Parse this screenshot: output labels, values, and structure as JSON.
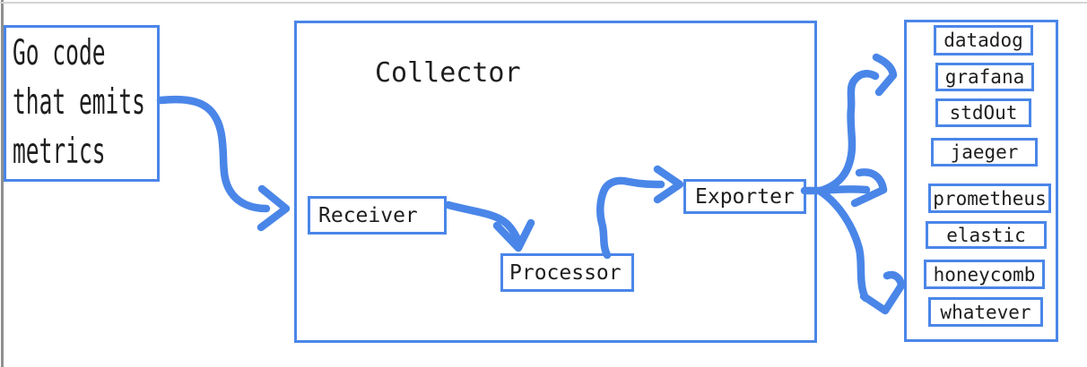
{
  "diagram": {
    "source_box": {
      "lines": [
        "Go code",
        "that emits",
        "metrics"
      ]
    },
    "collector": {
      "title": "Collector",
      "receiver_label": "Receiver",
      "processor_label": "Processor",
      "exporter_label": "Exporter"
    },
    "destinations": {
      "items": [
        "datadog",
        "grafana",
        "stdOut",
        "jaeger",
        "prometheus",
        "elastic",
        "honeycomb",
        "whatever"
      ]
    },
    "colors": {
      "accent_blue": "#4a86e8",
      "text_black": "#1e1e1e",
      "canvas_edge_gray": "#8f8f8f",
      "canvas_edge_light_gray": "#d4d4d4"
    }
  }
}
